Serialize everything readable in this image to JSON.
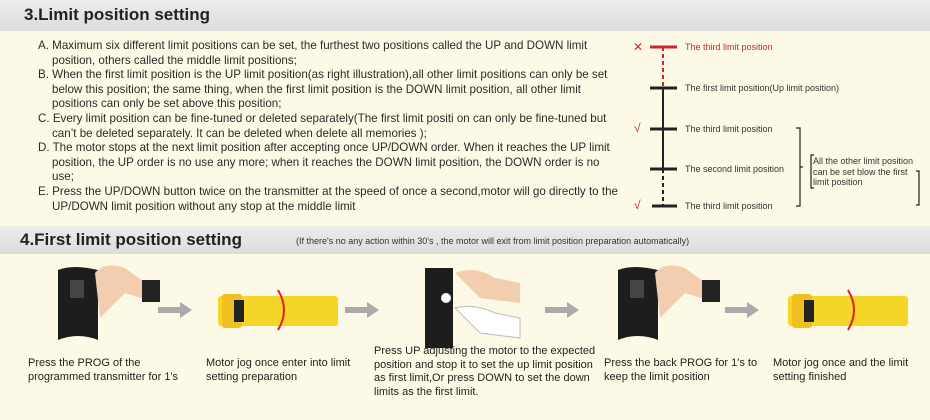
{
  "section3": {
    "title": "3.Limit position setting",
    "paragraphs": [
      "A. Maximum six different limit positions can be set, the furthest two positions called the UP and DOWN limit position, others called the middle limit positions;",
      "B. When the first limit position is the UP limit position(as right illustration),all other limit positions can only be set below this position; the same thing, when the first limit position is the DOWN limit position, all other limit positions can only be set above this position;",
      "C. Every limit position can be fine-tuned or deleted separately(The first limit positi on can only be fine-tuned but can’t be deleted separately. It can be deleted when delete all memories );",
      "D. The motor stops at the next limit position after accepting once UP/DOWN order. When it reaches the UP limit position, the UP order is no use any more; when it reaches the DOWN limit position, the DOWN order is no use;",
      "E. Press the UP/DOWN button twice on the transmitter at the speed of once a second,motor will go directly to the UP/DOWN limit position without any stop at the middle limit"
    ],
    "diagram": {
      "labels": [
        "The third limit position",
        "The first limit position(Up limit position)",
        "The third limit position",
        "The second limit position",
        "The third limit position"
      ],
      "marks": [
        "✕",
        "√",
        "√"
      ],
      "note": "All the other limit position can be set blow the first limit position",
      "colors": {
        "invalid": "#d2232a",
        "line": "#222222"
      }
    }
  },
  "section4": {
    "title": "4.First limit position setting",
    "note": "(If there's no any action within 30's , the motor will exit from limit position preparation automatically)",
    "steps": [
      "Press the PROG of the programmed transmitter for 1's",
      "Motor jog once enter into limit setting preparation",
      "Press UP adjusting the motor to the expected position  and stop it to set the up limit position as first limit,Or press DOWN to set the down limits as the first limit.",
      "Press the back PROG for 1's to keep the limit position",
      "Motor jog once and the limit setting finished"
    ]
  }
}
